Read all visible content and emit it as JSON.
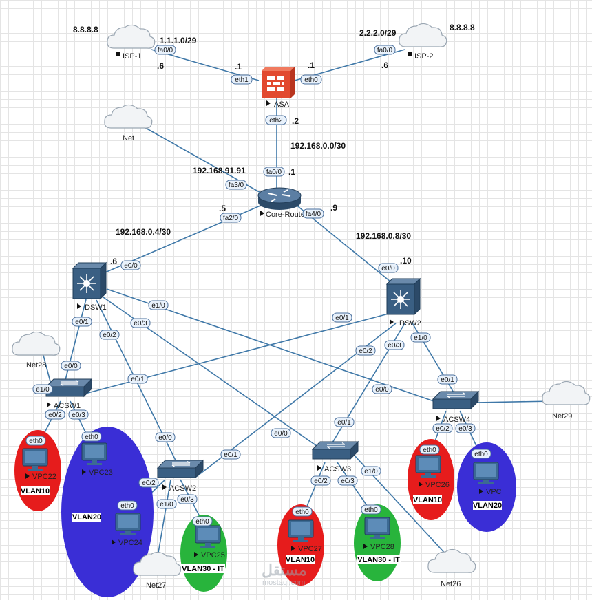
{
  "clouds": [
    {
      "id": "isp1",
      "label": "ISP-1",
      "marker": true
    },
    {
      "id": "isp2",
      "label": "ISP-2",
      "marker": true
    },
    {
      "id": "net",
      "label": "Net",
      "marker": false
    },
    {
      "id": "net28",
      "label": "Net28",
      "marker": false
    },
    {
      "id": "net29",
      "label": "Net29",
      "marker": false
    },
    {
      "id": "net27",
      "label": "Net27",
      "marker": false
    },
    {
      "id": "net26",
      "label": "Net26",
      "marker": false
    }
  ],
  "devices": {
    "asa": "ASA",
    "core": "Core-Route",
    "dsw1": "DSW1",
    "dsw2": "DSW2",
    "acsw1": "ACSW1",
    "acsw2": "ACSW2",
    "acsw3": "ACSW3",
    "acsw4": "ACSW4"
  },
  "hosts": [
    "VPC22",
    "VPC23",
    "VPC24",
    "VPC25",
    "VPC27",
    "VPC28",
    "VPC26",
    "VPC"
  ],
  "vlans": [
    "VLAN10",
    "VLAN20",
    "VLAN30 - IT",
    "VLAN10",
    "VLAN30 - IT",
    "VLAN10",
    "VLAN20"
  ],
  "ports": [
    "fa0/0",
    "eth1",
    "eth0",
    "fa0/0",
    "eth2",
    "fa0/0",
    "fa3/0",
    "fa2/0",
    "fa4/0",
    "e0/0",
    "e0/0",
    "e0/1",
    "e1/0",
    "e0/3",
    "e0/2",
    "e0/1",
    "e0/2",
    "e0/3",
    "e1/0",
    "e0/0",
    "e1/0",
    "e0/2",
    "e0/3",
    "e0/1",
    "e0/0",
    "e0/0",
    "e0/1",
    "e0/2",
    "e0/3",
    "e1/0",
    "e0/0",
    "e0/1",
    "e0/2",
    "e0/3",
    "e1/0",
    "e0/1",
    "e0/2",
    "e0/3",
    "eth0",
    "eth0",
    "eth0",
    "eth0",
    "eth0",
    "eth0",
    "eth0",
    "eth0"
  ],
  "addresses": [
    "8.8.8.8",
    "1.1.1.0/29",
    ".6",
    ".1",
    ".1",
    "2.2.2.0/29",
    "8.8.8.8",
    ".6",
    ".2",
    "192.168.0.0/30",
    ".1",
    "192.168.91.91",
    ".5",
    ".9",
    "192.168.0.4/30",
    "192.168.0.8/30",
    ".6",
    ".10"
  ],
  "watermark": {
    "brand": "mostaql.com"
  },
  "colors": {
    "vlan10": "#e61c1c",
    "vlan20": "#3a2ed6",
    "vlan30": "#28b43c",
    "link": "#3f78a8",
    "asa": "#e2492f",
    "device": "#3b6187"
  }
}
